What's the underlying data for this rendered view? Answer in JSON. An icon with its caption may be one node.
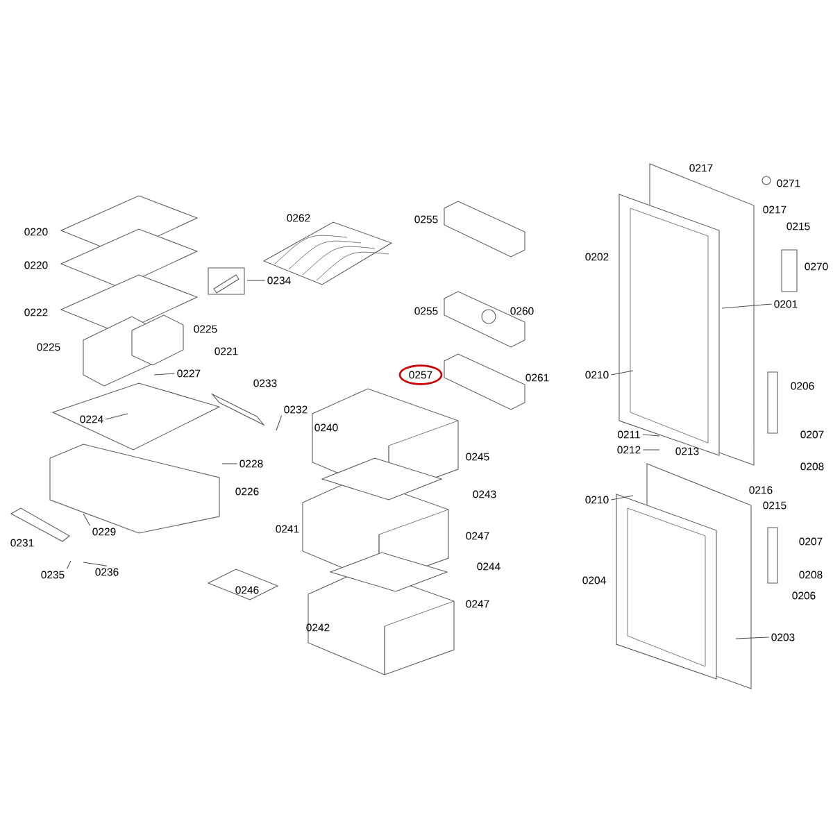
{
  "diagram": {
    "nodes": [
      {
        "text": [
          "0257"
        ]
      },
      {
        "text": [
          "0234"
        ]
      },
      {
        "text": [
          "0227"
        ]
      },
      {
        "text": [
          "0224"
        ]
      },
      {
        "text": [
          "0232"
        ]
      },
      {
        "text": [
          "0228"
        ]
      },
      {
        "text": [
          "0229"
        ]
      },
      {
        "text": [
          "0235"
        ]
      },
      {
        "text": [
          "0236"
        ]
      },
      {
        "text": [
          "0201"
        ]
      },
      {
        "text": [
          "0210"
        ]
      },
      {
        "text": [
          "0211"
        ]
      },
      {
        "text": [
          "0212"
        ]
      },
      {
        "text": [
          "0210"
        ]
      },
      {
        "text": [
          "0203"
        ]
      }
    ],
    "edges": [
      {
        "from": 1,
        "to": null,
        "arrow": "none"
      },
      {
        "from": 2,
        "to": null,
        "arrow": "none"
      },
      {
        "from": 3,
        "to": null,
        "arrow": "none"
      },
      {
        "from": 4,
        "to": null,
        "arrow": "none"
      },
      {
        "from": 5,
        "to": null,
        "arrow": "none"
      },
      {
        "from": 6,
        "to": null,
        "arrow": "none"
      },
      {
        "from": 7,
        "to": null,
        "arrow": "none"
      },
      {
        "from": 8,
        "to": null,
        "arrow": "none"
      },
      {
        "from": 9,
        "to": null,
        "arrow": "none"
      },
      {
        "from": 10,
        "to": null,
        "arrow": "none"
      },
      {
        "from": 11,
        "to": null,
        "arrow": "none"
      },
      {
        "from": 12,
        "to": null,
        "arrow": "none"
      },
      {
        "from": 13,
        "to": null,
        "arrow": "none"
      },
      {
        "from": 14,
        "to": null,
        "arrow": "none"
      }
    ],
    "labels": [
      "0217",
      "0271",
      "0217",
      "0262",
      "0255",
      "0215",
      "0220",
      "0202",
      "0220",
      "0270",
      "0222",
      "0255",
      "0260",
      "0225",
      "0225",
      "0221",
      "0261",
      "0233",
      "0206",
      "0240",
      "0207",
      "0245",
      "0213",
      "0208",
      "0226",
      "0216",
      "0243",
      "0215",
      "0231",
      "0241",
      "0247",
      "0207",
      "0244",
      "0208",
      "0204",
      "0246",
      "0206",
      "0247",
      "0242"
    ]
  }
}
